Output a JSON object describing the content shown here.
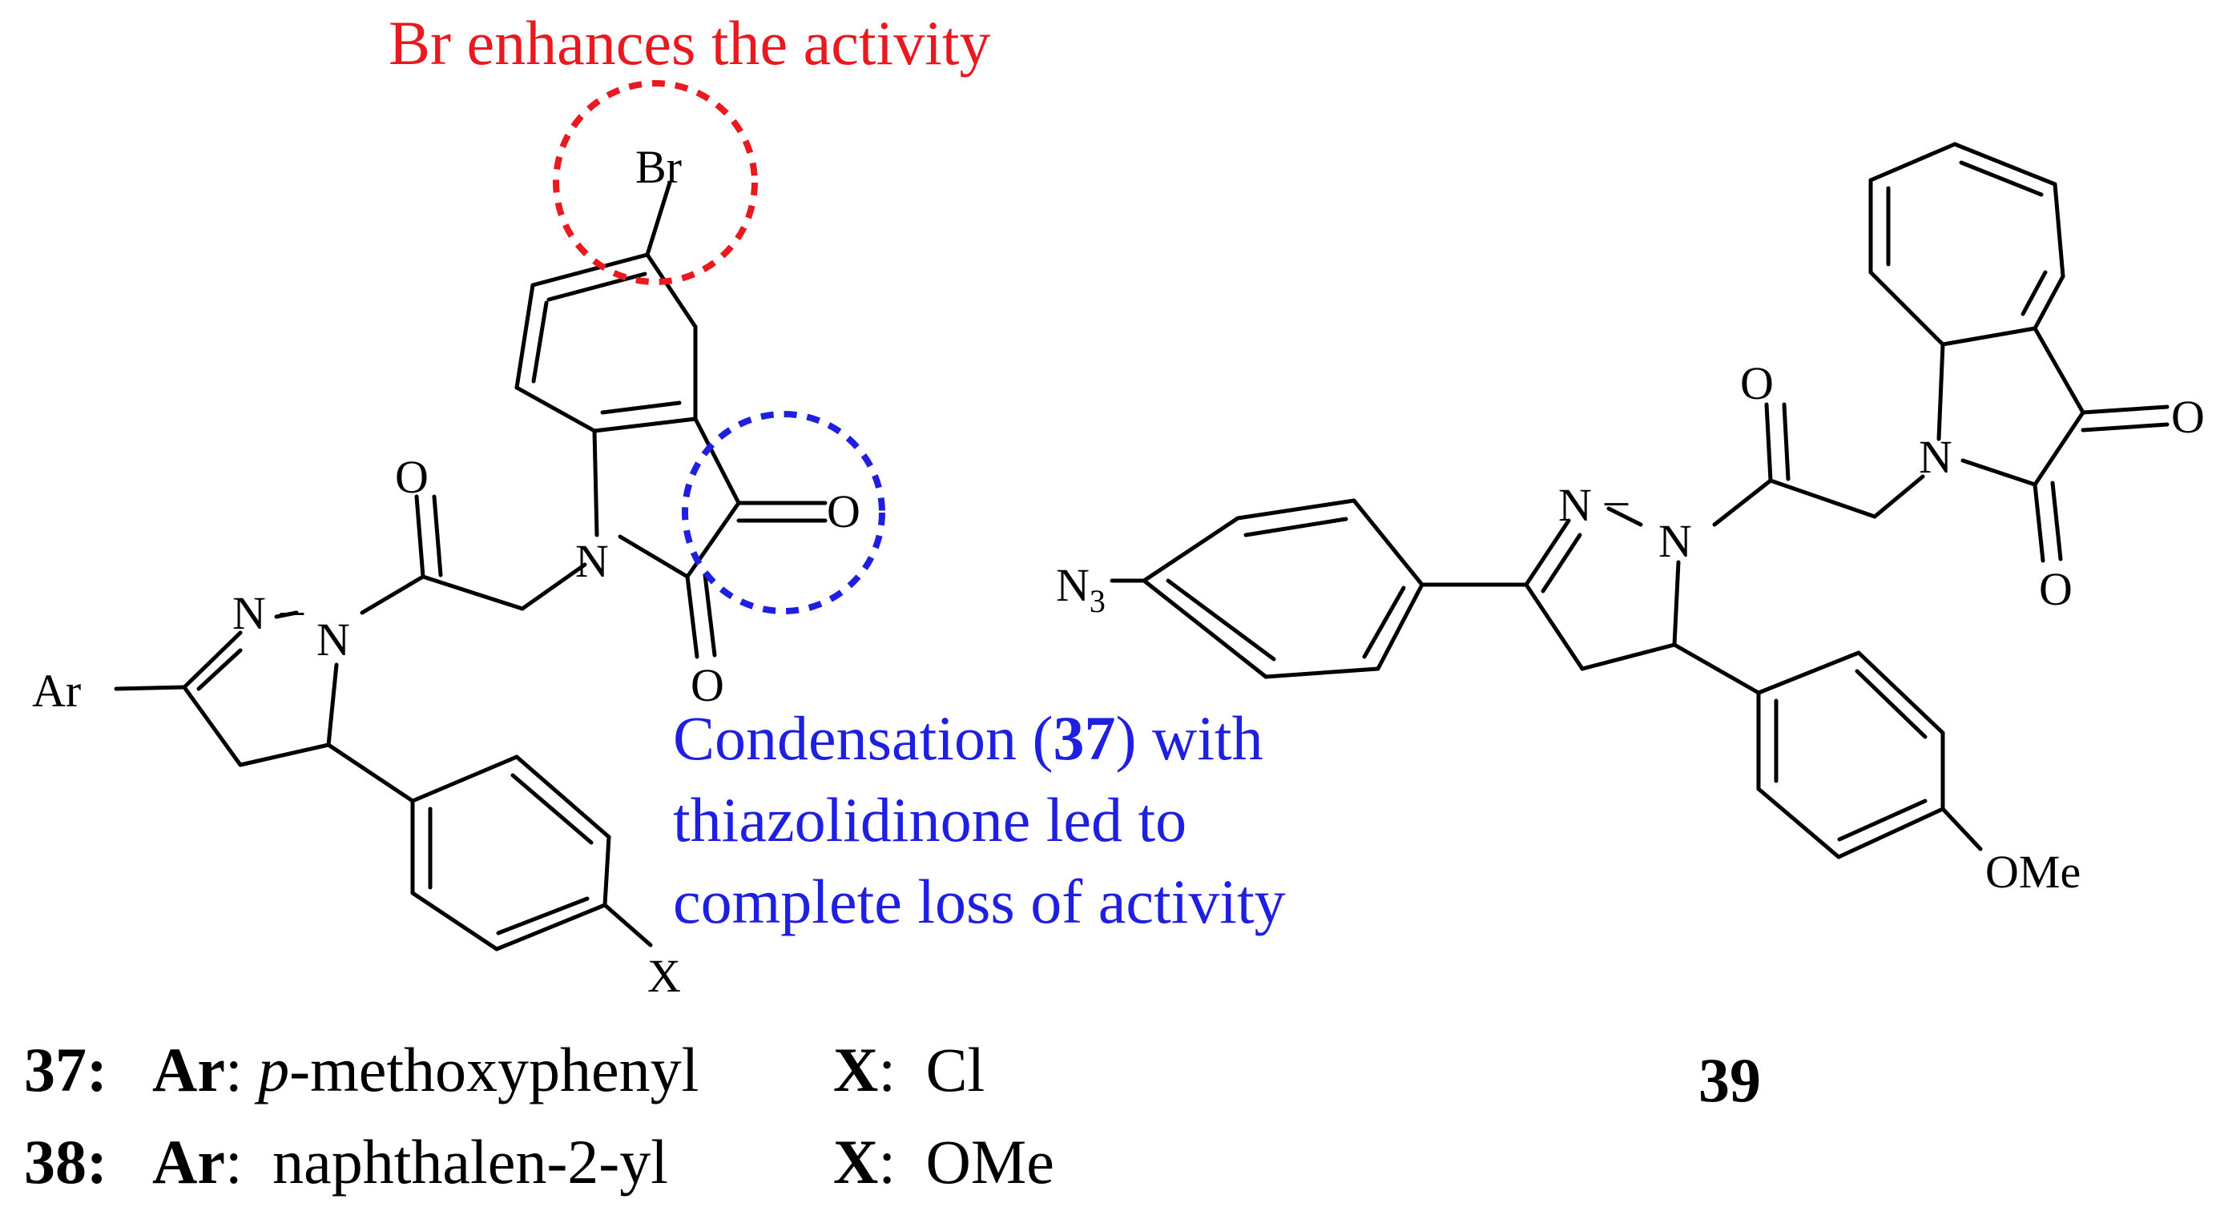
{
  "annotations": {
    "bromo_note": "Br enhances the activity",
    "condensation_note": {
      "line1_pre": "Condensation (",
      "line1_cmpd": "37",
      "line1_post": ") with",
      "line2": "thiazolidinone led to",
      "line3": "complete loss of activity"
    },
    "bromo_circle_color": "#e8191f",
    "carbonyl_circle_color": "#1f1fe0",
    "bromo_note_color": "#e8191f",
    "condensation_note_color": "#1f1fe0"
  },
  "left_structure": {
    "atoms": {
      "br": "Br",
      "o_ketone": "O",
      "o_amide": "O",
      "o_acyl": "O",
      "n_isatin": "N",
      "n_pyrazoline_1": "N",
      "n_pyrazoline_2": "N",
      "ar": "Ar",
      "x": "X"
    },
    "legend": [
      {
        "id": "37:",
        "ar_label": "Ar",
        "ar_sep": ":",
        "ar_prefix": "p",
        "ar_value": "-methoxyphenyl",
        "x_label": "X",
        "x_sep": ":",
        "x_value": "Cl"
      },
      {
        "id": "38:",
        "ar_label": "Ar",
        "ar_sep": ":",
        "ar_prefix": "",
        "ar_value": "naphthalen-2-yl",
        "x_label": "X",
        "x_sep": ":",
        "x_value": "OMe"
      }
    ]
  },
  "right_structure": {
    "atoms": {
      "n3_main": "N",
      "n3_sub": "3",
      "n_pyrazoline_1": "N",
      "n_pyrazoline_2": "N",
      "o_acyl": "O",
      "n_isatin": "N",
      "o_ketone": "O",
      "o_amide": "O",
      "ome": "OMe"
    },
    "compound_id": "39"
  }
}
